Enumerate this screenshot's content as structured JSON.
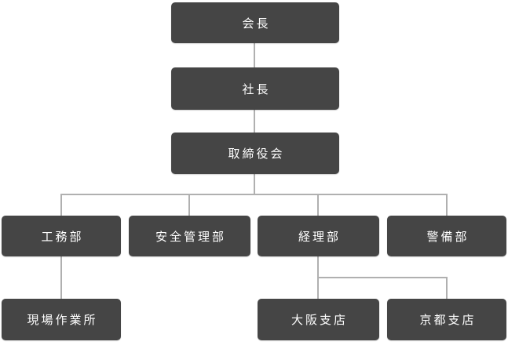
{
  "org_chart": {
    "colors": {
      "node_background": "#454545",
      "node_text": "#ffffff",
      "connector": "#b0b0b0",
      "page_background": "#ffffff"
    },
    "tree": {
      "label": "会長",
      "children": [
        {
          "label": "社長",
          "children": [
            {
              "label": "取締役会",
              "children": [
                {
                  "label": "工務部",
                  "children": [
                    {
                      "label": "現場作業所",
                      "children": []
                    }
                  ]
                },
                {
                  "label": "安全管理部",
                  "children": []
                },
                {
                  "label": "経理部",
                  "children": [
                    {
                      "label": "大阪支店",
                      "children": []
                    },
                    {
                      "label": "京都支店",
                      "children": []
                    }
                  ]
                },
                {
                  "label": "警備部",
                  "children": []
                }
              ]
            }
          ]
        }
      ]
    }
  }
}
